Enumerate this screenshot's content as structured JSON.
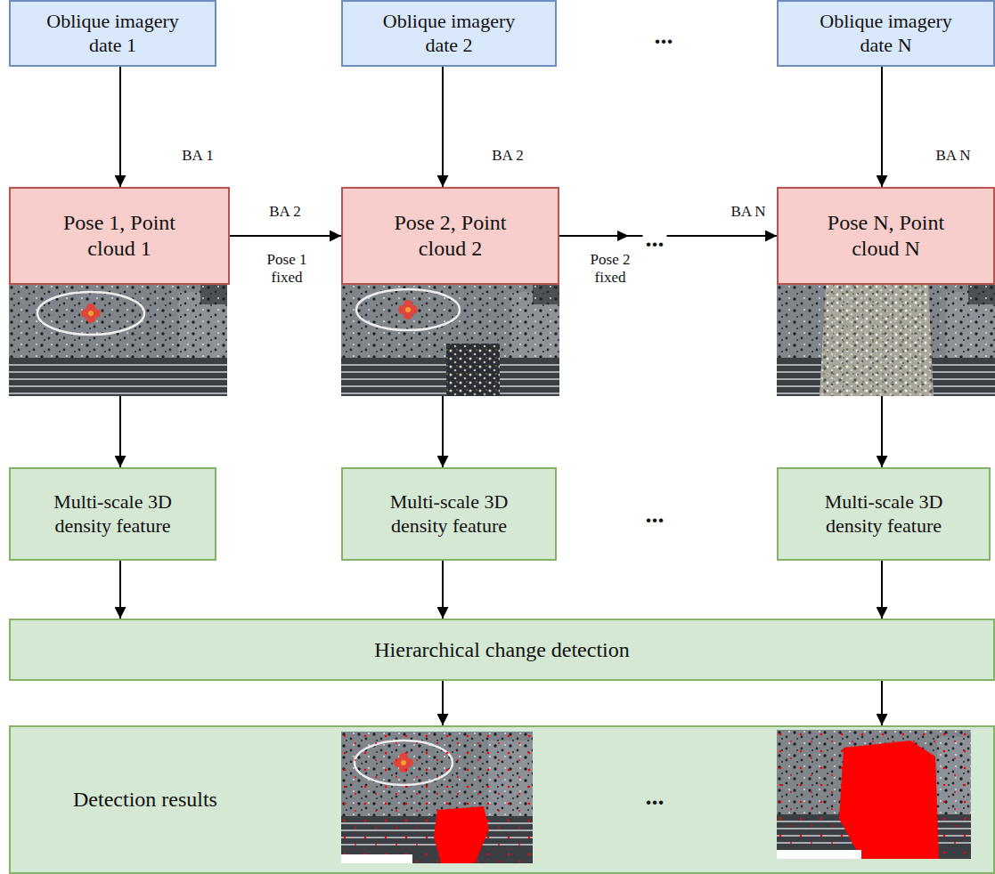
{
  "diagram": {
    "nodes": [
      {
        "text": [
          "Oblique imagery date 1"
        ]
      },
      {
        "text": [
          "Oblique imagery date 2"
        ]
      },
      {
        "text": [
          "Oblique imagery date N"
        ]
      },
      {
        "text": [
          "Pose 1, Point cloud 1"
        ]
      },
      {
        "text": [
          "Pose 2, Point cloud 2"
        ]
      },
      {
        "text": [
          "Pose N, Point cloud N"
        ]
      },
      {
        "text": [
          "Multi-scale 3D density feature"
        ]
      },
      {
        "text": [
          "Multi-scale 3D density feature"
        ]
      },
      {
        "text": [
          "Multi-scale 3D density feature"
        ]
      },
      {
        "text": [
          "Hierarchical change detection"
        ]
      },
      {
        "text": [
          "Detection results"
        ]
      }
    ],
    "edges": [
      {
        "from": 0,
        "to": 3,
        "arrow": "to",
        "label": "BA 1"
      },
      {
        "from": 1,
        "to": 4,
        "arrow": "to",
        "label": "BA 2"
      },
      {
        "from": 2,
        "to": 5,
        "arrow": "to",
        "label": "BA N"
      },
      {
        "from": 3,
        "to": 4,
        "arrow": "to",
        "label": "BA 2"
      },
      {
        "from": 4,
        "to": 5,
        "arrow": "to",
        "label": "BA N"
      },
      {
        "from": 3,
        "to": 6,
        "arrow": "to"
      },
      {
        "from": 4,
        "to": 7,
        "arrow": "to"
      },
      {
        "from": 5,
        "to": 8,
        "arrow": "to"
      },
      {
        "from": 6,
        "to": 9,
        "arrow": "to"
      },
      {
        "from": 7,
        "to": 9,
        "arrow": "to"
      },
      {
        "from": 8,
        "to": 9,
        "arrow": "to"
      },
      {
        "from": 9,
        "to": 10,
        "arrow": "to"
      },
      {
        "from": 9,
        "to": 10,
        "arrow": "to"
      }
    ],
    "labels": [
      "...",
      "Pose 1 fixed",
      "Pose 2 fixed",
      "...",
      "...",
      "..."
    ]
  }
}
